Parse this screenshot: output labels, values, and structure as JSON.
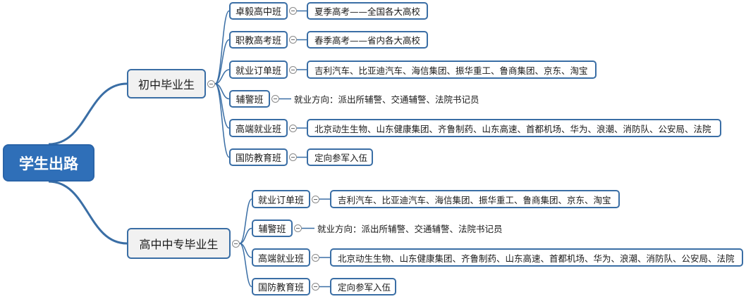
{
  "root": "学生出路",
  "groups": [
    {
      "label": "初中毕业生",
      "children": [
        {
          "label": "卓毅高中班",
          "detail": "夏季高考——全国各大高校"
        },
        {
          "label": "职教高考班",
          "detail": "春季高考——省内各大高校"
        },
        {
          "label": "就业订单班",
          "detail": "吉利汽车、比亚迪汽车、海信集团、振华重工、鲁商集团、京东、淘宝"
        },
        {
          "label": "辅警班",
          "detail": "就业方向：派出所辅警、交通辅警、法院书记员"
        },
        {
          "label": "高端就业班",
          "detail": "北京动生生物、山东健康集团、齐鲁制药、山东高速、首都机场、华为、浪潮、消防队、公安局、法院"
        },
        {
          "label": "国防教育班",
          "detail": "定向参军入伍"
        }
      ]
    },
    {
      "label": "高中中专毕业生",
      "children": [
        {
          "label": "就业订单班",
          "detail": "吉利汽车、比亚迪汽车、海信集团、振华重工、鲁商集团、京东、淘宝"
        },
        {
          "label": "辅警班",
          "detail": "就业方向：派出所辅警、交通辅警、法院书记员"
        },
        {
          "label": "高端就业班",
          "detail": "北京动生生物、山东健康集团、齐鲁制药、山东高速、首都机场、华为、浪潮、消防队、公安局、法院"
        },
        {
          "label": "国防教育班",
          "detail": "定向参军入伍"
        }
      ]
    }
  ],
  "colors": {
    "root": "#2f6fb8",
    "line": "#3a6ea5"
  },
  "icons": {
    "collapse": "collapse-toggle-icon"
  }
}
